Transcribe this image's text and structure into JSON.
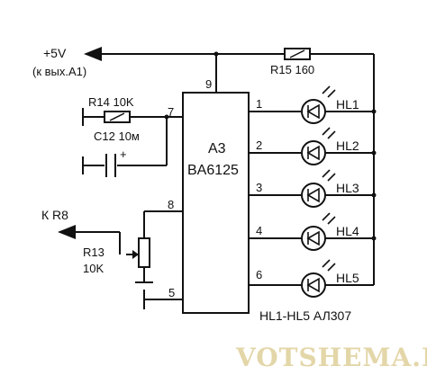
{
  "supply": {
    "voltage": "+5V",
    "note": "(к вых.А1)"
  },
  "resistors": {
    "r15": "R15 160",
    "r14": "R14 10K",
    "r13_ref": "R13",
    "r13_val": "10K"
  },
  "capacitor": {
    "label": "C12 10м",
    "plus": "+"
  },
  "chip": {
    "ref": "A3",
    "part": "BA6125"
  },
  "pins": {
    "p9": "9",
    "p7": "7",
    "p8": "8",
    "p5": "5",
    "p1": "1",
    "p2": "2",
    "p3": "3",
    "p4": "4",
    "p6": "6"
  },
  "r8_link": "К R8",
  "leds": [
    "HL1",
    "HL2",
    "HL3",
    "HL4",
    "HL5"
  ],
  "leds_note": "HL1-HL5  АЛ307",
  "watermark": "VOTSHEMA.RU"
}
